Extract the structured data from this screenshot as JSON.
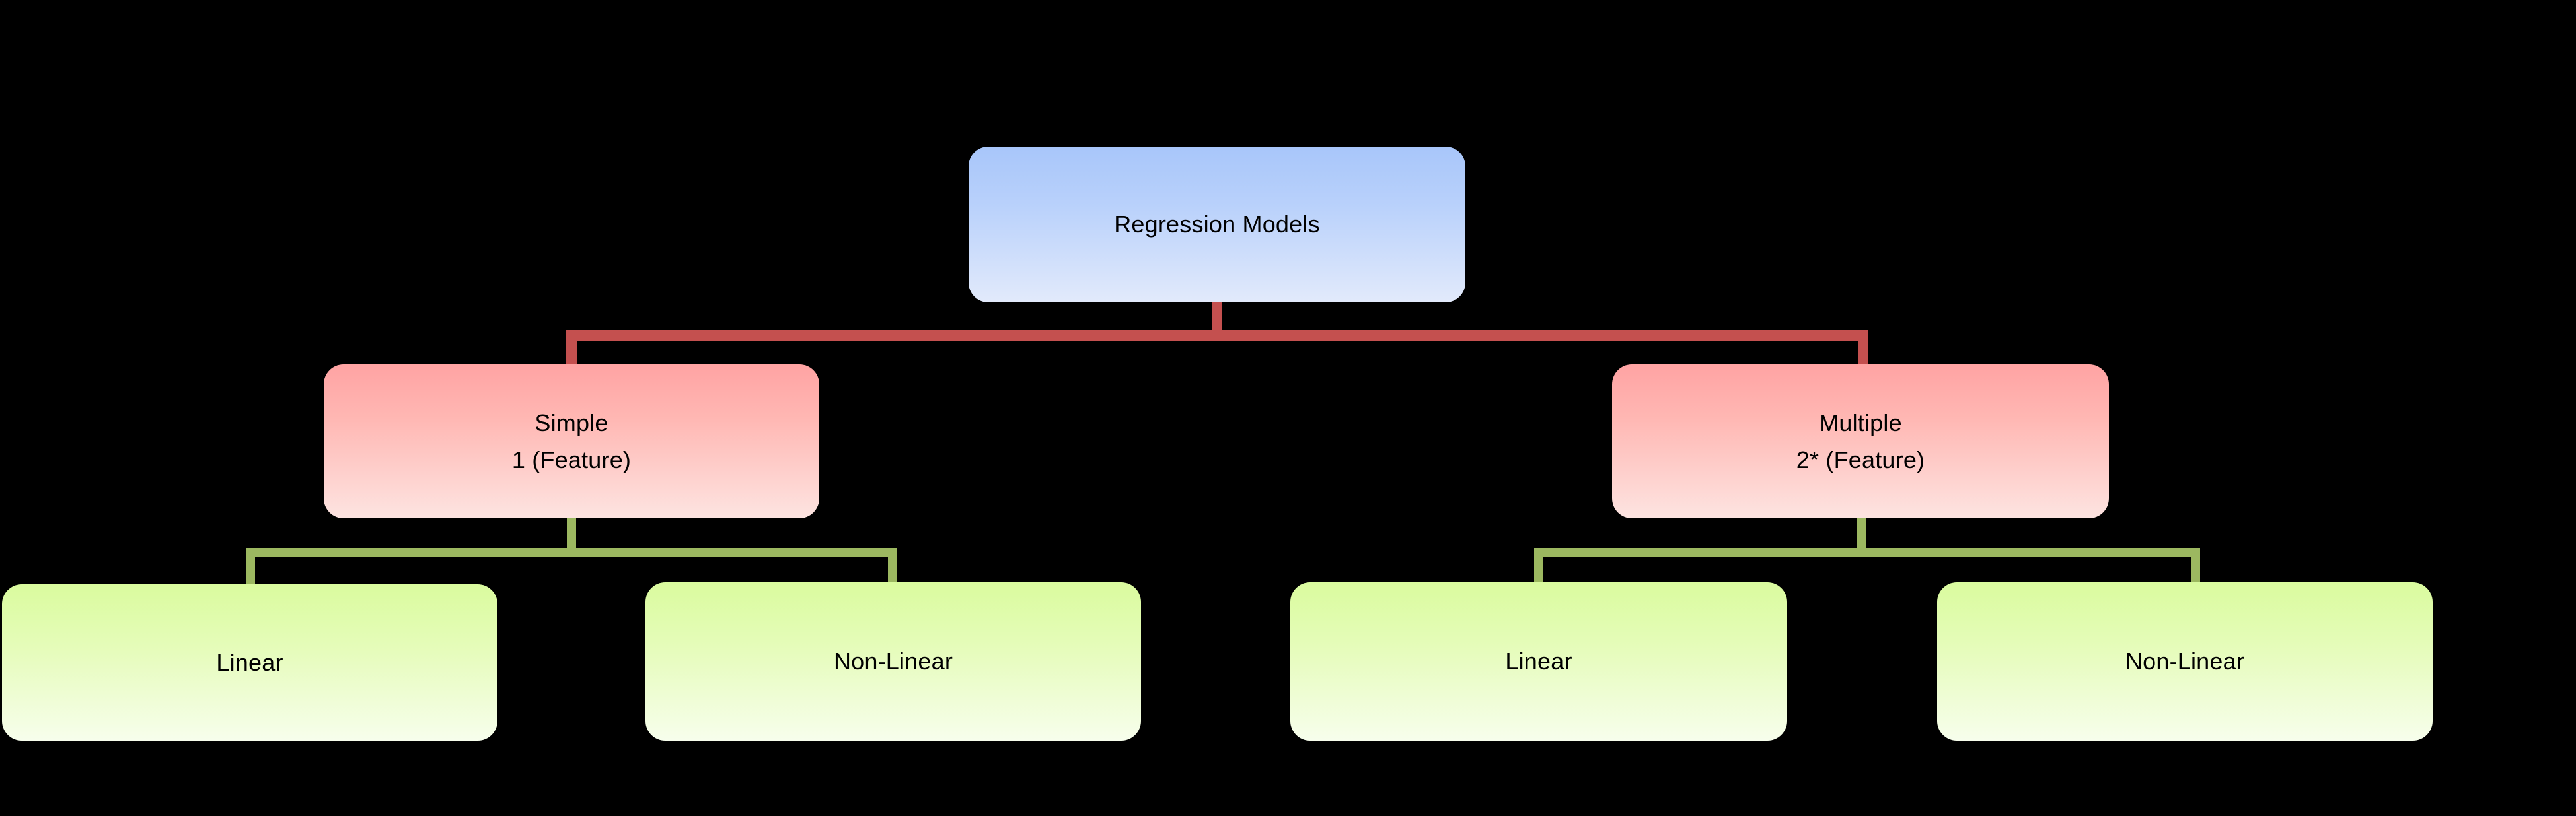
{
  "diagram": {
    "type": "hierarchy-tree",
    "background_color": "#000000",
    "levels": 3,
    "connector_colors": {
      "level1_to_level2": "#C4504F",
      "level2_to_level3": "#9CB860"
    },
    "node_colors": {
      "root_gradient_top": "#A8C6FA",
      "root_gradient_bottom": "#E2EAFB",
      "level2_gradient_top": "#FFA3A3",
      "level2_gradient_bottom": "#FDE4E1",
      "level3_gradient_top": "#DAFB9E",
      "level3_gradient_bottom": "#F7FEEC"
    },
    "text_color": "#000000"
  },
  "root": {
    "label": "Regression Models"
  },
  "level2": [
    {
      "label": "Simple",
      "sublabel": "1 (Feature)"
    },
    {
      "label": "Multiple",
      "sublabel": "2* (Feature)"
    }
  ],
  "level3": [
    {
      "label": "Linear"
    },
    {
      "label": "Non-Linear"
    },
    {
      "label": "Linear"
    },
    {
      "label": "Non-Linear"
    }
  ]
}
